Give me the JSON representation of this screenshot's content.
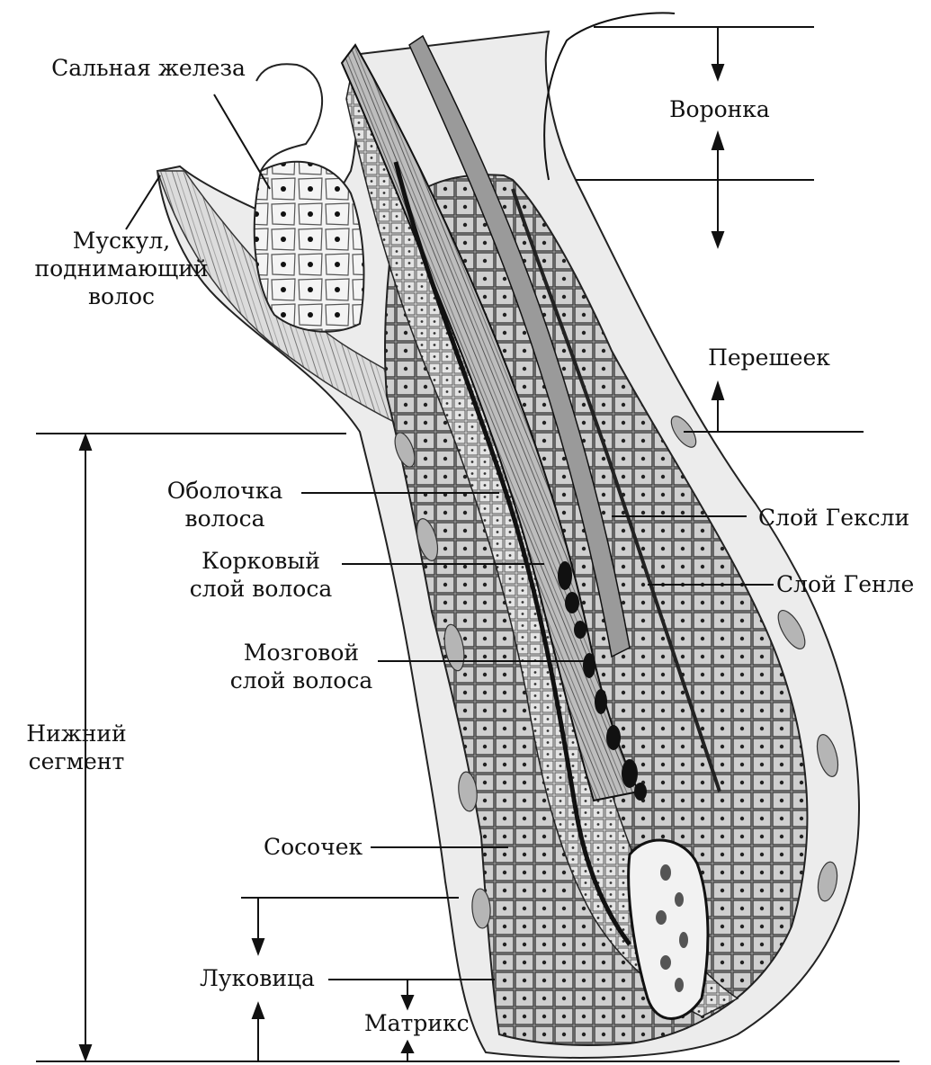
{
  "labels": {
    "sebaceous_gland": "Сальная железа",
    "arrector_muscle": [
      "Мускул,",
      "поднимающий",
      "волос"
    ],
    "infundibulum": "Воронка",
    "isthmus": "Перешеек",
    "hair_cuticle": [
      "Оболочка",
      "волоса"
    ],
    "cortex": [
      "Корковый",
      "слой волоса"
    ],
    "medulla": [
      "Мозговой",
      "слой волоса"
    ],
    "huxley_layer": "Слой Гексли",
    "henle_layer": "Слой Генле",
    "lower_segment": [
      "Нижний",
      "сегмент"
    ],
    "papilla": "Сосочек",
    "bulb": "Луковица",
    "matrix": "Матрикс"
  }
}
